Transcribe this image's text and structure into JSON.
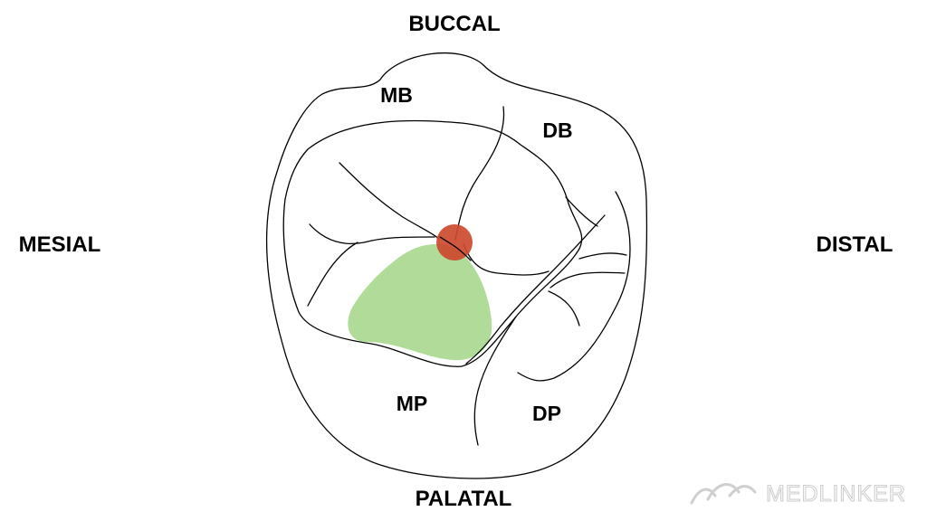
{
  "directions": {
    "buccal": "BUCCAL",
    "mesial": "MESIAL",
    "distal": "DISTAL",
    "palatal": "PALATAL"
  },
  "cusps": {
    "mb": "MB",
    "db": "DB",
    "mp": "MP",
    "dp": "DP"
  },
  "watermark": {
    "text": "MEDLINKER",
    "icon": "waves-logo-icon"
  },
  "colors": {
    "outline": "#000000",
    "highlight_region": "#a9d88f",
    "marker_point": "#cc4a2e",
    "watermark": "#cfcfcf"
  }
}
